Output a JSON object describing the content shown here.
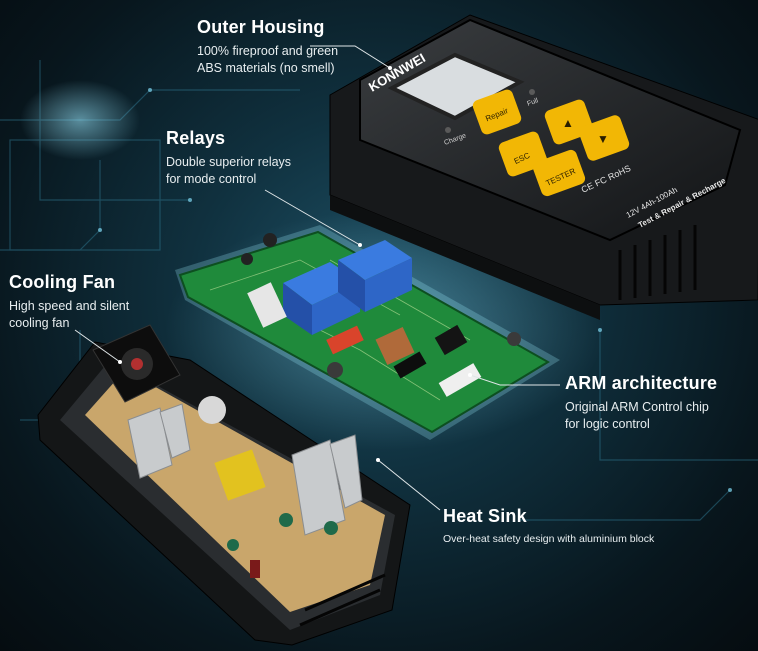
{
  "callouts": {
    "outer_housing": {
      "title": "Outer Housing",
      "line1": "100% fireproof and green",
      "line2": "ABS materials (no smell)"
    },
    "relays": {
      "title": "Relays",
      "line1": "Double superior relays",
      "line2": "for mode control"
    },
    "cooling_fan": {
      "title": "Cooling Fan",
      "line1": "High speed and silent",
      "line2": "cooling fan"
    },
    "arm": {
      "title": "ARM architecture",
      "line1": "Original ARM Control chip",
      "line2": "for logic control"
    },
    "heat_sink": {
      "title": "Heat Sink",
      "line1": "Over-heat safety design with aluminium block"
    }
  },
  "device": {
    "brand": "KONNWEI",
    "buttons": {
      "repair": "Repair",
      "esc": "ESC",
      "tester": "TESTER",
      "up": "▲",
      "down": "▼"
    },
    "indicators": {
      "charge": "Charge",
      "full": "Full"
    },
    "label_line1": "12V 4Ah-100Ah",
    "label_line2": "Test & Repair & Recharge",
    "marks": "CE FC RoHS"
  },
  "colors": {
    "accent_yellow": "#f2b705",
    "pcb_green": "#1f8a3b",
    "relay_blue": "#2e66c7",
    "background": "#0b1820"
  }
}
